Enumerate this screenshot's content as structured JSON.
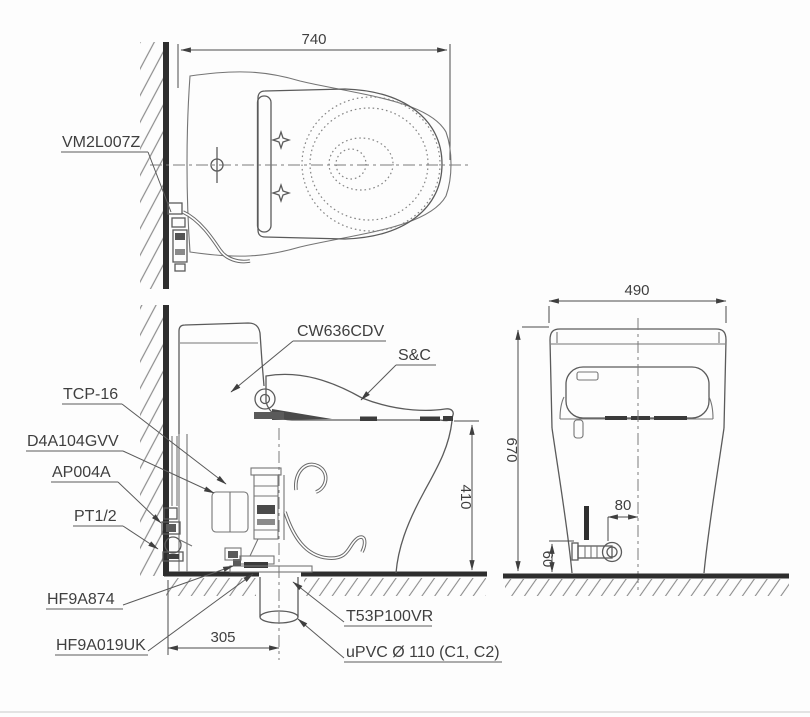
{
  "drawing": {
    "labels": {
      "vm2l007z": "VM2L007Z",
      "cw636cdv": "CW636CDV",
      "sc": "S&C",
      "tcp16": "TCP-16",
      "d4a104gvv": "D4A104GVV",
      "ap004a": "AP004A",
      "pt12": "PT1/2",
      "hf9a874": "HF9A874",
      "hf9a019uk": "HF9A019UK",
      "t53p100vr": "T53P100VR",
      "upvc110": "uPVC Ø 110 (C1, C2)"
    },
    "dims": {
      "depth": "740",
      "width": "490",
      "height": "670",
      "seat_height": "410",
      "rough_in": "305",
      "valve_offset": "80",
      "valve_height": "60"
    }
  }
}
